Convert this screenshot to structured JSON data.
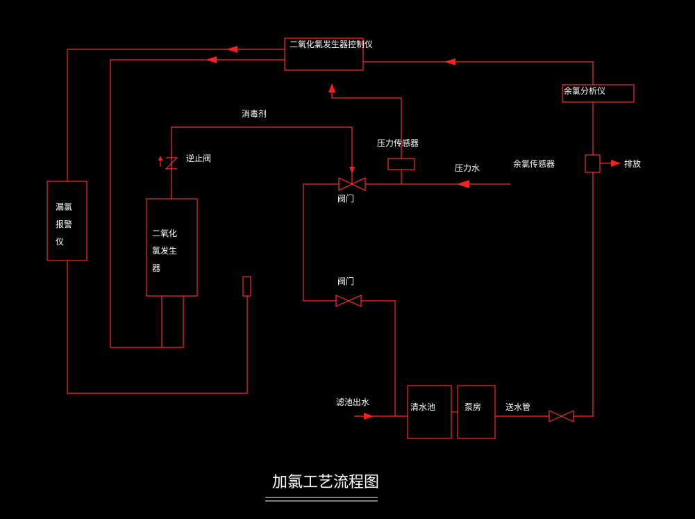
{
  "title": "加氯工艺流程图",
  "labels": {
    "controller": "二氧化氯发生器控制仪",
    "residual_analyzer": "余氯分析仪",
    "disinfectant": "消毒剂",
    "check_valve": "逆止阀",
    "pressure_sensor": "压力传感器",
    "pressure_water": "压力水",
    "residual_sensor": "余氯传感器",
    "drain": "排放",
    "valve_top": "阀门",
    "valve_mid": "阀门",
    "leak_alarm_1": "漏氯",
    "leak_alarm_2": "报警",
    "leak_alarm_3": "仪",
    "generator_1": "二氧化",
    "generator_2": "氯发生",
    "generator_3": "器",
    "filter_outlet": "滤池出水",
    "clear_pool": "清水池",
    "pump_room": "泵房",
    "supply_pipe": "送水管"
  },
  "colors": {
    "line": "#ff2a2a",
    "arrow": "#ff1e1e",
    "text": "#ffffff",
    "background": "#000000"
  }
}
